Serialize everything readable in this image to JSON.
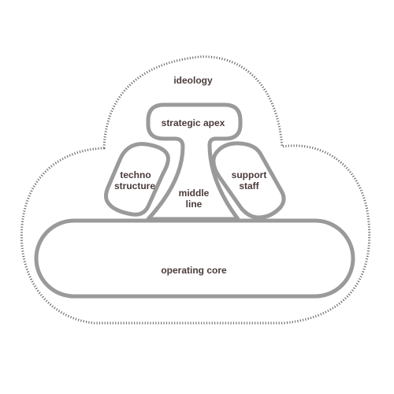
{
  "diagram": {
    "ideology": "ideology",
    "strategic_apex": "strategic apex",
    "techno_structure_line1": "techno",
    "techno_structure_line2": "structure",
    "middle_line_line1": "middle",
    "middle_line_line2": "line",
    "support_staff_line1": "support",
    "support_staff_line2": "staff",
    "operating_core": "operating core"
  },
  "colors": {
    "outline": "#9a9a9a",
    "dotted_outline": "#6f6f6f",
    "text": "#4b3b3b",
    "background": "#ffffff"
  }
}
